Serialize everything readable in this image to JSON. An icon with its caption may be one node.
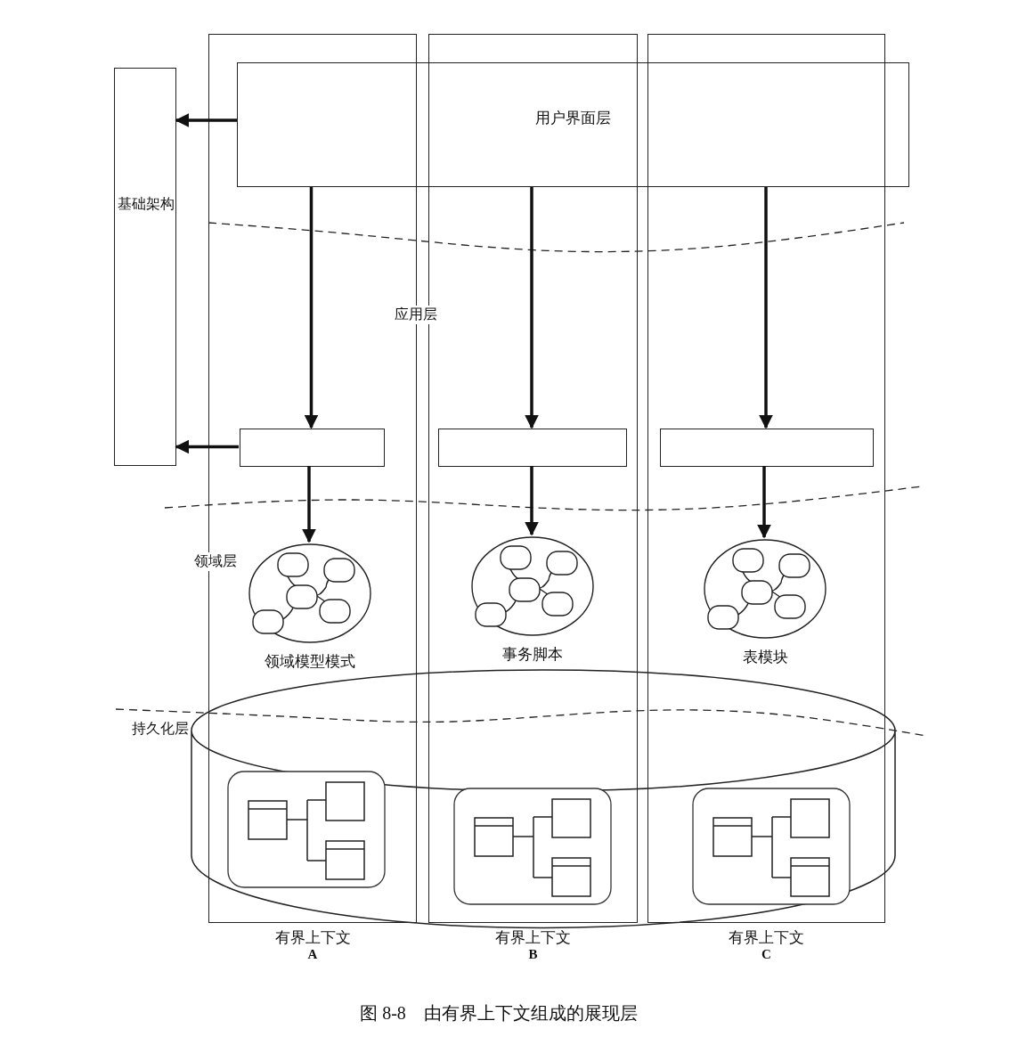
{
  "diagram": {
    "caption": "图 8-8　由有界上下文组成的展现层",
    "nodes": [
      {
        "text": [
          "有界上下文",
          "A"
        ]
      },
      {
        "text": [
          "有界上下文",
          "B"
        ]
      },
      {
        "text": [
          "有界上下文",
          "C"
        ]
      },
      {
        "text": [
          "基础架构"
        ]
      },
      {
        "text": [
          "用户界面层"
        ]
      },
      {
        "text": [],
        "shape": "box",
        "in": 0
      },
      {
        "text": [],
        "shape": "box",
        "in": 1
      },
      {
        "text": [],
        "shape": "box",
        "in": 2
      },
      {
        "text": [],
        "shape": "picture",
        "in": 0,
        "beside": [
          "领域模型模式"
        ]
      },
      {
        "text": [],
        "shape": "picture",
        "in": 1,
        "beside": [
          "事务脚本"
        ]
      },
      {
        "text": [],
        "shape": "picture",
        "in": 2,
        "beside": [
          "表模块"
        ]
      }
    ],
    "edges": [
      {
        "from": 4,
        "to": 3,
        "arrow": "to"
      },
      {
        "from": 5,
        "to": 3,
        "arrow": "to"
      },
      {
        "from": 4,
        "to": 5,
        "arrow": "to"
      },
      {
        "from": 4,
        "to": 6,
        "arrow": "to"
      },
      {
        "from": 4,
        "to": 7,
        "arrow": "to"
      },
      {
        "from": 5,
        "to": 8,
        "arrow": "to"
      },
      {
        "from": 6,
        "to": 9,
        "arrow": "to"
      },
      {
        "from": 7,
        "to": 10,
        "arrow": "to"
      }
    ],
    "labels": [
      "应用层",
      "领域层",
      "持久化层"
    ]
  }
}
